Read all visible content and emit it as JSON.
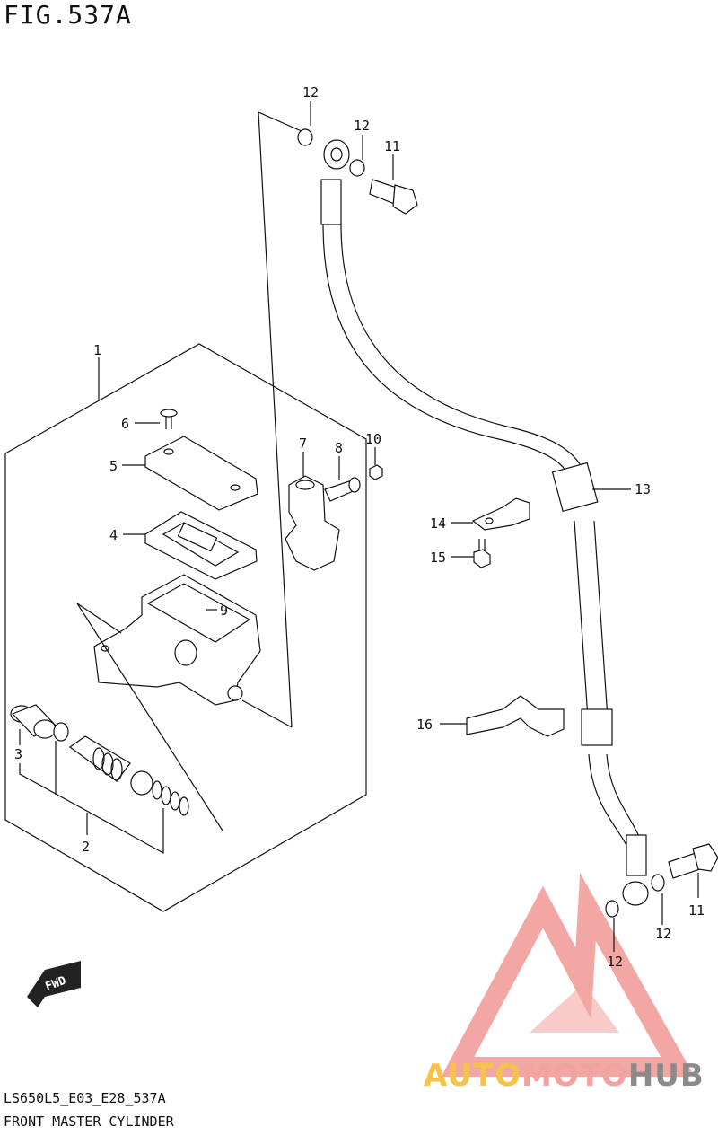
{
  "figure": {
    "title": "FIG.537A",
    "code": "LS650L5_E03_E28_537A",
    "name": "FRONT MASTER CYLINDER",
    "fwd_label": "FWD"
  },
  "callouts": {
    "c1": "1",
    "c2": "2",
    "c3": "3",
    "c4": "4",
    "c5": "5",
    "c6": "6",
    "c7": "7",
    "c8": "8",
    "c9": "9",
    "c10": "10",
    "c11a": "11",
    "c11b": "11",
    "c12a": "12",
    "c12b": "12",
    "c12c": "12",
    "c12d": "12",
    "c13": "13",
    "c14": "14",
    "c15": "15",
    "c16": "16"
  },
  "watermark": {
    "part1": "AUTO",
    "part2": "MOTO",
    "part3": "HUB",
    "colors": {
      "logo": "#f08a86",
      "auto": "#f5c24a",
      "moto": "#f2a3a0",
      "hub": "#8a8a8a"
    }
  }
}
